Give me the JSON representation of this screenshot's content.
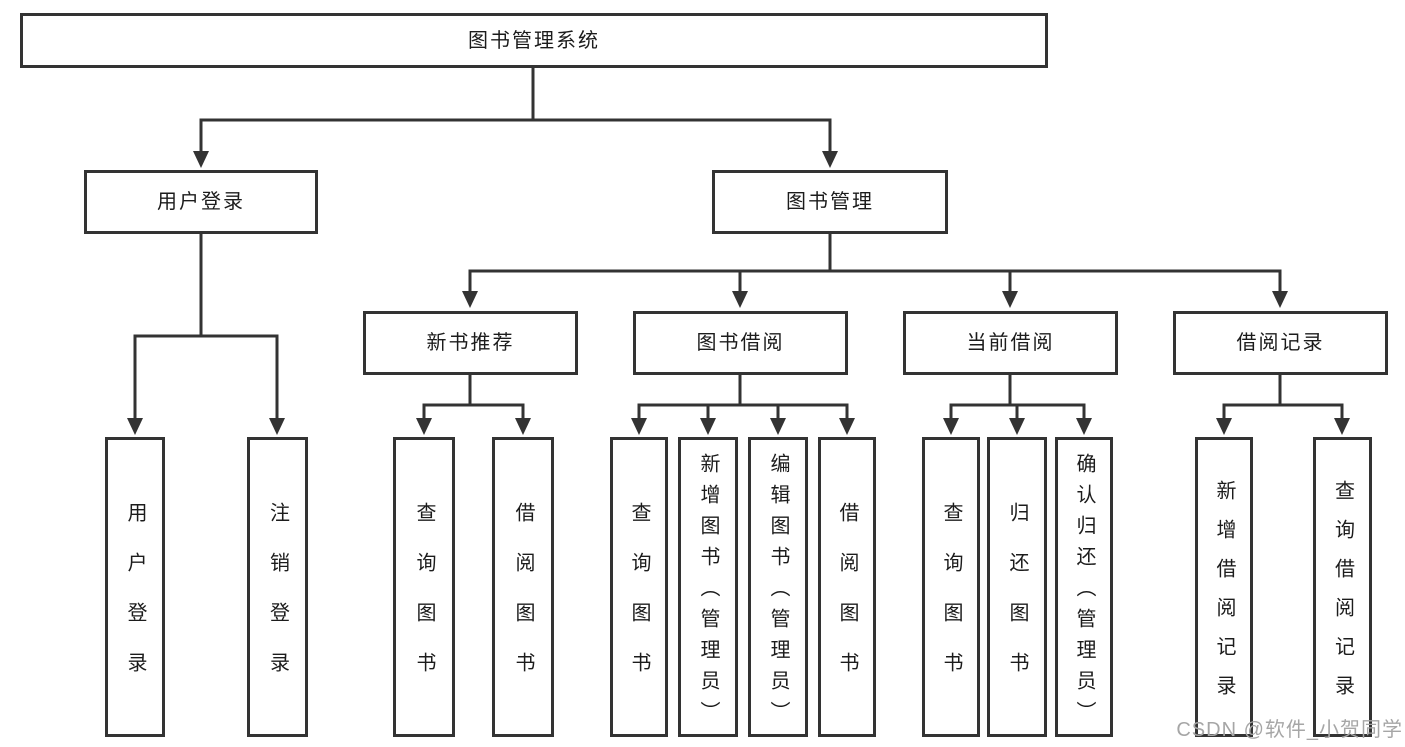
{
  "diagram": {
    "type": "hierarchy-tree",
    "title": "图书管理系统",
    "watermark": "CSDN @软件_小贺同学"
  },
  "nodes": {
    "root": "图书管理系统",
    "user_login": "用户登录",
    "book_mgmt": "图书管理",
    "new_books": "新书推荐",
    "book_borrow": "图书借阅",
    "current_borrow": "当前借阅",
    "borrow_record": "借阅记录",
    "ul_login": "用户登录",
    "ul_logout": "注销登录",
    "nb_query": "查询图书",
    "nb_borrow": "借阅图书",
    "bb_query": "查询图书",
    "bb_add": "新增图书（管理员）",
    "bb_edit": "编辑图书（管理员）",
    "bb_borrow": "借阅图书",
    "cb_query": "查询图书",
    "cb_return": "归还图书",
    "cb_confirm": "确认归还（管理员）",
    "br_add": "新增借阅记录",
    "br_query": "查询借阅记录"
  },
  "hierarchy": {
    "图书管理系统": {
      "用户登录": [
        "用户登录",
        "注销登录"
      ],
      "图书管理": {
        "新书推荐": [
          "查询图书",
          "借阅图书"
        ],
        "图书借阅": [
          "查询图书",
          "新增图书（管理员）",
          "编辑图书（管理员）",
          "借阅图书"
        ],
        "当前借阅": [
          "查询图书",
          "归还图书",
          "确认归还（管理员）"
        ],
        "借阅记录": [
          "新增借阅记录",
          "查询借阅记录"
        ]
      }
    }
  },
  "colors": {
    "line": "#333333",
    "box_background": "#ffffff",
    "text": "#1c1c1c",
    "watermark": "#a6a6a6"
  }
}
